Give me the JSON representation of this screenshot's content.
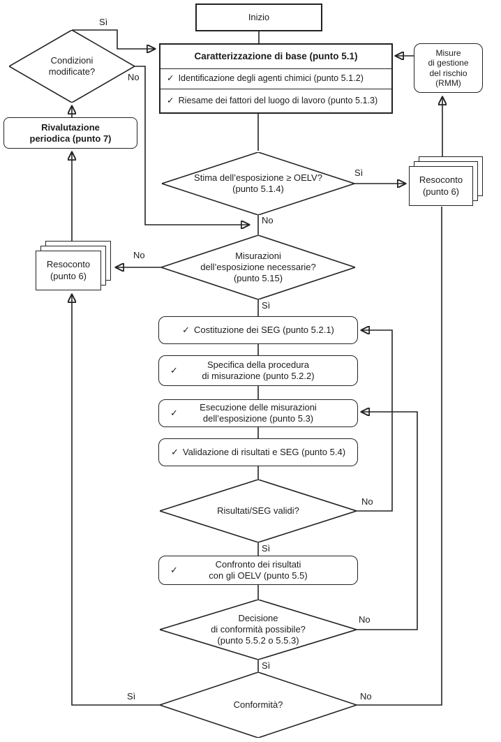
{
  "colors": {
    "stroke": "#222222",
    "shape_fill": "#ffffff",
    "background": "#ffffff"
  },
  "nodes": {
    "inizio": {
      "label": "Inizio"
    },
    "caratterizzazione": {
      "title": "Caratterizzazione di base (punto 5.1)",
      "check": "✓",
      "item1": "Identificazione degli agenti chimici (punto 5.1.2)",
      "item2": "Riesame dei fattori del luogo di lavoro (punto 5.1.3)"
    },
    "rmm": {
      "label": "Misure\ndi gestione\ndel rischio\n(RMM)"
    },
    "condizioni": {
      "label": "Condizioni\nmodificate?"
    },
    "rivalutazione": {
      "label": "Rivalutazione\nperiodica (punto 7)"
    },
    "stima": {
      "label": "Stima dell’esposizione ≥ OELV?\n(punto 5.1.4)"
    },
    "resoconto_destra": {
      "label": "Resoconto\n(punto 6)"
    },
    "misurazioni": {
      "label": "Misurazioni\ndell’esposizione necessarie?\n(punto 5.15)"
    },
    "resoconto_sinistra": {
      "label": "Resoconto\n(punto 6)"
    },
    "costituzione": {
      "check": "✓",
      "label": "Costituzione dei SEG (punto 5.2.1)"
    },
    "specifica": {
      "check": "✓",
      "label": "Specifica della procedura\ndi misurazione (punto 5.2.2)"
    },
    "esecuzione": {
      "check": "✓",
      "label": "Esecuzione delle misurazioni\ndell’esposizione (punto 5.3)"
    },
    "validazione": {
      "check": "✓",
      "label": "Validazione di risultati e SEG (punto 5.4)"
    },
    "risultati": {
      "label": "Risultati/SEG validi?"
    },
    "confronto": {
      "check": "✓",
      "label": "Confronto dei risultati\ncon gli OELV (punto 5.5)"
    },
    "decisione": {
      "label": "Decisione\ndi conformità possibile?\n(punto 5.5.2 o 5.5.3)"
    },
    "conformita": {
      "label": "Conformità?"
    }
  },
  "edge_labels": {
    "condizioni_si": "Sì",
    "condizioni_no": "No",
    "stima_si": "Sì",
    "stima_no": "No",
    "misurazioni_no": "No",
    "misurazioni_si": "Sì",
    "risultati_no": "No",
    "risultati_si": "Sì",
    "decisione_no": "No",
    "decisione_si": "Sì",
    "conformita_si": "Sì",
    "conformita_no": "No"
  }
}
